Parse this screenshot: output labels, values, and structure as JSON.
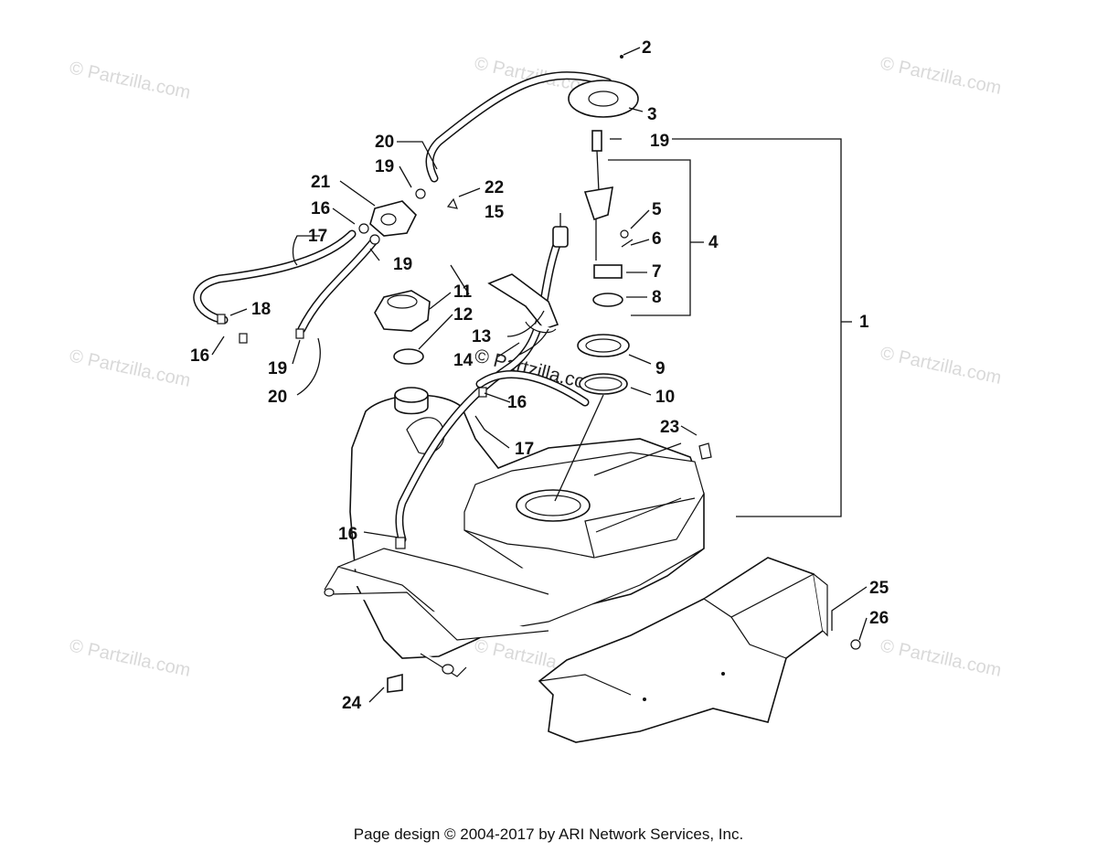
{
  "watermarks": {
    "corner_text": "© Partzilla.com",
    "center_text": "© Partzilla.com"
  },
  "callouts": [
    "1",
    "2",
    "3",
    "4",
    "5",
    "6",
    "7",
    "8",
    "9",
    "10",
    "11",
    "12",
    "13",
    "14",
    "15",
    "16",
    "16",
    "16",
    "16",
    "17",
    "17",
    "18",
    "19",
    "19",
    "19",
    "19",
    "20",
    "20",
    "21",
    "22",
    "23",
    "24",
    "25",
    "26"
  ],
  "footer": {
    "text": "Page design © 2004-2017 by ARI Network Services, Inc."
  },
  "colors": {
    "line": "#111111",
    "watermark": "#d9d9d9",
    "background": "#ffffff"
  }
}
